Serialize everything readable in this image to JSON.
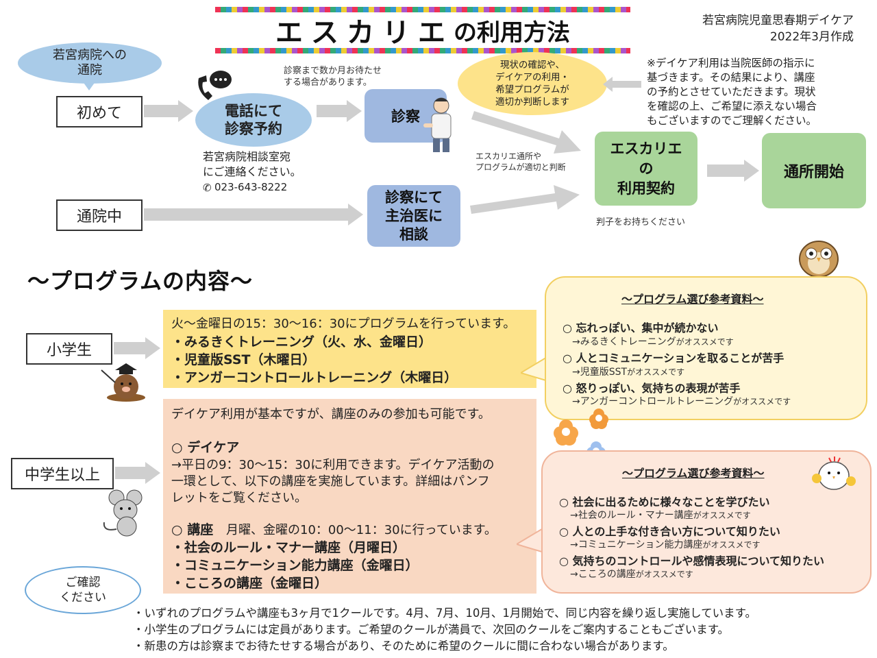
{
  "header": {
    "title_katakana": "エスカリエ",
    "title_suffix": "の利用方法",
    "org_name": "若宮病院児童思春期デイケア",
    "created": "2022年3月作成"
  },
  "flow": {
    "start_bubble": "若宮病院への\n通院",
    "first_time": "初めて",
    "visiting": "通院中",
    "phone_reserve": "電話にて\n診察予約",
    "wait_note": "診察まで数か月お待たせ\nする場合があります。",
    "contact_note": "若宮病院相談室宛\nにご連絡ください。",
    "phone_number": "023-643-8222",
    "exam": "診察",
    "consult": "診察にて\n主治医に\n相談",
    "judge_bubble": "現状の確認や、\nデイケアの利用・\n希望プログラムが\n適切か判断します",
    "judge_note": "エスカリエ通所や\nプログラムが適切と判断",
    "doctor_note": "※デイケア利用は当院医師の指示に\n基づきます。その結果により、講座\nの予約とさせていただきます。現状\nを確認の上、ご希望に添えない場合\nもございますのでご理解ください。",
    "contract": "エスカリエ\nの\n利用契約",
    "seal_note": "判子をお持ちください",
    "start_attend": "通所開始"
  },
  "programs": {
    "section_title": "～プログラムの内容～",
    "elementary_label": "小学生",
    "elementary_intro": "火～金曜日の15：30～16：30にプログラムを行っています。",
    "elementary_items": [
      "・みるきくトレーニング（火、水、金曜日）",
      "・児童版SST（木曜日）",
      "・アンガーコントロールトレーニング（木曜日）"
    ],
    "junior_label": "中学生以上",
    "junior_intro": "デイケア利用が基本ですが、講座のみの参加も可能です。",
    "daycare_head": "○ デイケア",
    "daycare_text_1": "→平日の9：30～15：30に利用できます。デイケア活動の",
    "daycare_text_2": "一環として、以下の講座を実施しています。詳細はパンフ",
    "daycare_text_3": "レットをご覧ください。",
    "course_head": "○ 講座",
    "course_time": "月曜、金曜の10：00～11：30に行っています。",
    "junior_items": [
      "・社会のルール・マナー講座（月曜日）",
      "・コミュニケーション能力講座（金曜日）",
      "・こころの講座（金曜日）"
    ]
  },
  "reference1": {
    "title": "～プログラム選び参考資料～",
    "items": [
      {
        "q": "○ 忘れっぽい、集中が続かない",
        "a": "→みるきくトレーニング",
        "s": "がオススメです"
      },
      {
        "q": "○ 人とコミュニケーションを取ることが苦手",
        "a": "→児童版SST",
        "s": "がオススメです"
      },
      {
        "q": "○ 怒りっぽい、気持ちの表現が苦手",
        "a": "→アンガーコントロールトレーニング",
        "s": "がオススメです"
      }
    ]
  },
  "reference2": {
    "title": "～プログラム選び参考資料～",
    "items": [
      {
        "q": "○ 社会に出るために様々なことを学びたい",
        "a": "→社会のルール・マナー講座",
        "s": "がオススメです"
      },
      {
        "q": "○ 人との上手な付き合い方について知りたい",
        "a": "→コミュニケーション能力講座",
        "s": "がオススメです"
      },
      {
        "q": "○ 気持ちのコントロールや感情表現について知りたい",
        "a": "→こころの講座",
        "s": "がオススメです"
      }
    ]
  },
  "notice": {
    "bubble": "ご確認\nください",
    "lines": [
      "・いずれのプログラムや講座も3ヶ月で1クールです。4月、7月、10月、1月開始で、同じ内容を繰り返し実施しています。",
      "・小学生のプログラムには定員があります。ご希望のクールが満員で、次回のクールをご案内することもございます。",
      "・新患の方は診察までお待たせする場合があり、そのために希望のクールに間に合わない場合があります。"
    ]
  }
}
